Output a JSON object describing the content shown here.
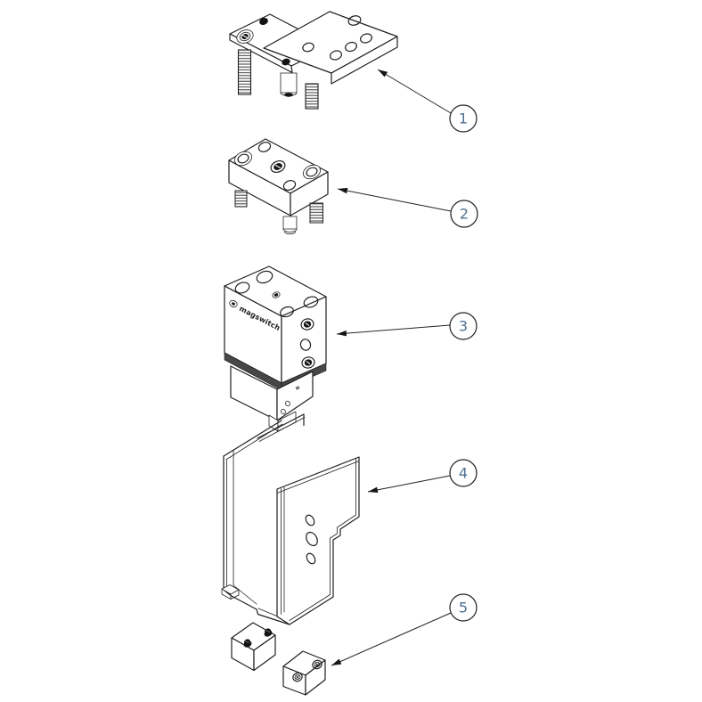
{
  "diagram": {
    "type": "exploded-assembly-technical-drawing",
    "background_color": "#ffffff",
    "line_color": "#202020",
    "callout_number_color": "#4d7192",
    "band_color": "#474747",
    "brand_text": "magswitch",
    "state_mark": "H",
    "callouts": [
      {
        "label": "1"
      },
      {
        "label": "2"
      },
      {
        "label": "3"
      },
      {
        "label": "4"
      },
      {
        "label": "5"
      }
    ]
  }
}
